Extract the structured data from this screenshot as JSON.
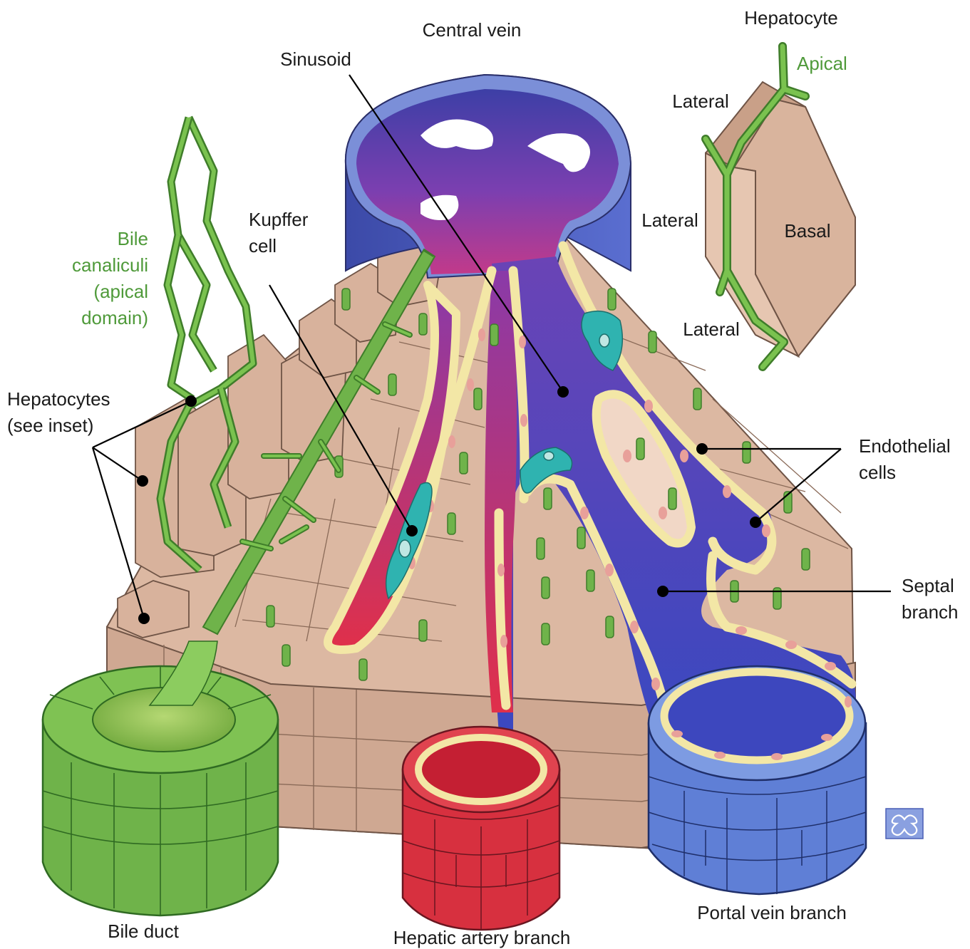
{
  "labels": {
    "central_vein": "Central vein",
    "sinusoid": "Sinusoid",
    "hepatocyte_inset_title": "Hepatocyte",
    "apical": "Apical",
    "lateral_top": "Lateral",
    "lateral_mid": "Lateral",
    "lateral_bottom": "Lateral",
    "basal": "Basal",
    "bile_canaliculi": [
      "Bile",
      "canaliculi",
      "(apical",
      "domain)"
    ],
    "kupffer_cell": [
      "Kupffer",
      "cell"
    ],
    "hepatocytes_see_inset": [
      "Hepatocytes",
      "(see inset)"
    ],
    "endothelial_cells": [
      "Endothelial",
      "cells"
    ],
    "septal_branch": [
      "Septal",
      "branch"
    ],
    "bile_duct": "Bile duct",
    "hepatic_artery_branch": "Hepatic artery branch",
    "portal_vein_branch": "Portal vein branch"
  },
  "colors": {
    "hepatocyte": "#dcb8a2",
    "hepatocyte_edge": "#8a6a58",
    "bile_green": "#6fb34a",
    "bile_green_dark": "#3f7d2a",
    "vein_blue": "#3f4fb0",
    "vein_blue_light": "#8fa6e0",
    "artery_red": "#d9304a",
    "endothelial": "#f3e7a6",
    "kupffer_teal": "#2fb3b0",
    "label_green": "#4f9a3a"
  },
  "icons": {
    "logo": "publisher-knot-logo-icon"
  }
}
